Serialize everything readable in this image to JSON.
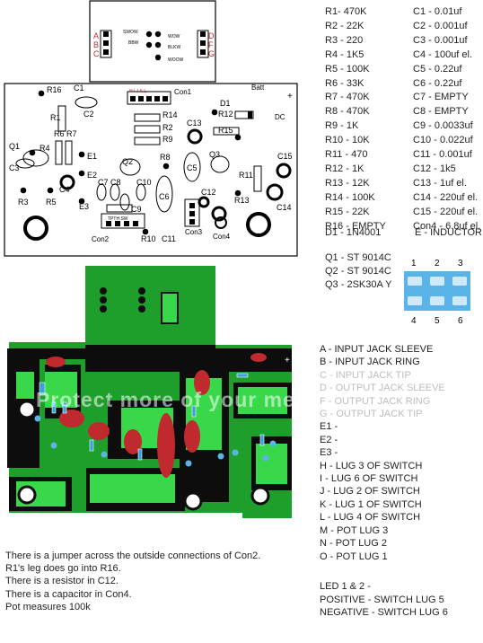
{
  "top_board": {
    "connector_labels_left": [
      "A",
      "B",
      "C"
    ],
    "connector_labels_right": [
      "D",
      "F",
      "G"
    ],
    "sw_labels": [
      "SWOW",
      "BBW",
      "WOW",
      "BLKW",
      "WOOW"
    ],
    "component_labels": [
      "R16",
      "C1",
      "C2",
      "R1",
      "Q1",
      "R4",
      "C3",
      "R3",
      "R5",
      "C4",
      "E3",
      "E1",
      "E2",
      "R6",
      "R7",
      "C7",
      "C8",
      "C10",
      "Q2",
      "R8",
      "C9",
      "R10",
      "C11",
      "C6",
      "C5",
      "C13",
      "R14",
      "R2",
      "R9",
      "R15",
      "R12",
      "D1",
      "Q3",
      "R11",
      "C15",
      "C14",
      "C12",
      "R13",
      "Con1",
      "Con2",
      "Con3",
      "Con4",
      "Batt",
      "DC"
    ],
    "batt_plus": "+",
    "con1_pins": "H I J K L",
    "switch_text": "TPTH SW",
    "plus_sign": "+"
  },
  "parts_left": [
    "R1- 470K",
    "R2 - 22K",
    "R3 - 220",
    "R4 - 1K5",
    "R5 - 100K",
    "R6 - 33K",
    "R7 - 470K",
    "R8 - 470K",
    "R9 - 1K",
    "R10 - 10K",
    "R11 - 470",
    "R12 - 1K",
    "R13 - 12K",
    "R14 - 100K",
    "R15 - 22K",
    "R16 - EMPTY"
  ],
  "parts_right": [
    "C1 - 0.01uf",
    "C2 - 0.001uf",
    "C3 - 0.001uf",
    "C4 - 100uf el.",
    "C5 - 0.22uf",
    "C6 - 0.22uf",
    "C7 - EMPTY",
    "C8 - EMPTY",
    "C9 - 0.0033uf",
    "C10 - 0.022uf",
    "C11 - 0.001uf",
    "C12 - 1k5",
    "C13 - 1uf el.",
    "C14 - 220uf el.",
    "C15 - 220uf el.",
    "Con4 - 6.8uf el."
  ],
  "diode": "D1 - 1N4001",
  "inductor": "E - INDUCTOR ?",
  "transistors": [
    "Q1 - ST 9014C",
    "Q2 - ST 9014C",
    "Q3 - 2SK30A Y"
  ],
  "switch_pins_top": [
    "1",
    "2",
    "3"
  ],
  "switch_pins_bottom": [
    "4",
    "5",
    "6"
  ],
  "connections": [
    {
      "text": "A - INPUT JACK SLEEVE",
      "dim": false
    },
    {
      "text": "B - INPUT JACK RING",
      "dim": false
    },
    {
      "text": "C - INPUT JACK TIP",
      "dim": true
    },
    {
      "text": "D - OUTPUT JACK SLEEVE",
      "dim": true
    },
    {
      "text": "F - OUTPUT JACK RING",
      "dim": true
    },
    {
      "text": "G - OUTPUT JACK TIP",
      "dim": true
    },
    {
      "text": "E1 -",
      "dim": false
    },
    {
      "text": "E2 -",
      "dim": false
    },
    {
      "text": "E3 -",
      "dim": false
    },
    {
      "text": "H - LUG 3 OF SWITCH",
      "dim": false
    },
    {
      "text": "I - LUG 6 OF SWITCH",
      "dim": false
    },
    {
      "text": "J - LUG 2 OF SWITCH",
      "dim": false
    },
    {
      "text": "K - LUG 1 OF SWITCH",
      "dim": false
    },
    {
      "text": "L - LUG 4 OF SWITCH",
      "dim": false
    },
    {
      "text": "M -  POT LUG 3",
      "dim": false
    },
    {
      "text": "N - POT LUG 2",
      "dim": false
    },
    {
      "text": "O - POT LUG 1",
      "dim": false
    }
  ],
  "led": [
    "LED 1 & 2 -",
    "POSITIVE - SWITCH LUG 5",
    "NEGATIVE - SWITCH LUG 6"
  ],
  "notes": [
    "There is a jumper across the outside connections of Con2.",
    "R1's leg does go into R16.",
    "There is a resistor in C12.",
    "There is a capacitor in Con4.",
    "Pot measures 100k"
  ],
  "watermark": "Protect more of your memories",
  "colors": {
    "board_green": "#1e9e2a",
    "trace_black": "#0d0d0d",
    "bright_green": "#39d84a",
    "red_part": "#c0292e",
    "blue_part": "#3aa0d8",
    "pad_blue": "#5db4e4"
  }
}
